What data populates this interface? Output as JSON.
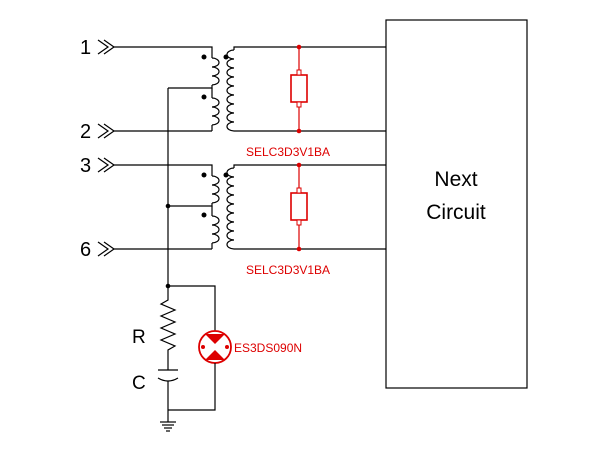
{
  "pins": [
    {
      "label": "1"
    },
    {
      "label": "2"
    },
    {
      "label": "3"
    },
    {
      "label": "6"
    }
  ],
  "tvs_parts": [
    {
      "label": "SELC3D3V1BA"
    },
    {
      "label": "SELC3D3V1BA"
    }
  ],
  "gdt_part": {
    "label": "ES3DS090N"
  },
  "next_circuit": {
    "line1": "Next",
    "line2": "Circuit"
  },
  "resistor": {
    "label": "R"
  },
  "capacitor": {
    "label": "C"
  },
  "colors": {
    "wire": "#000000",
    "component": "#dd0000"
  }
}
